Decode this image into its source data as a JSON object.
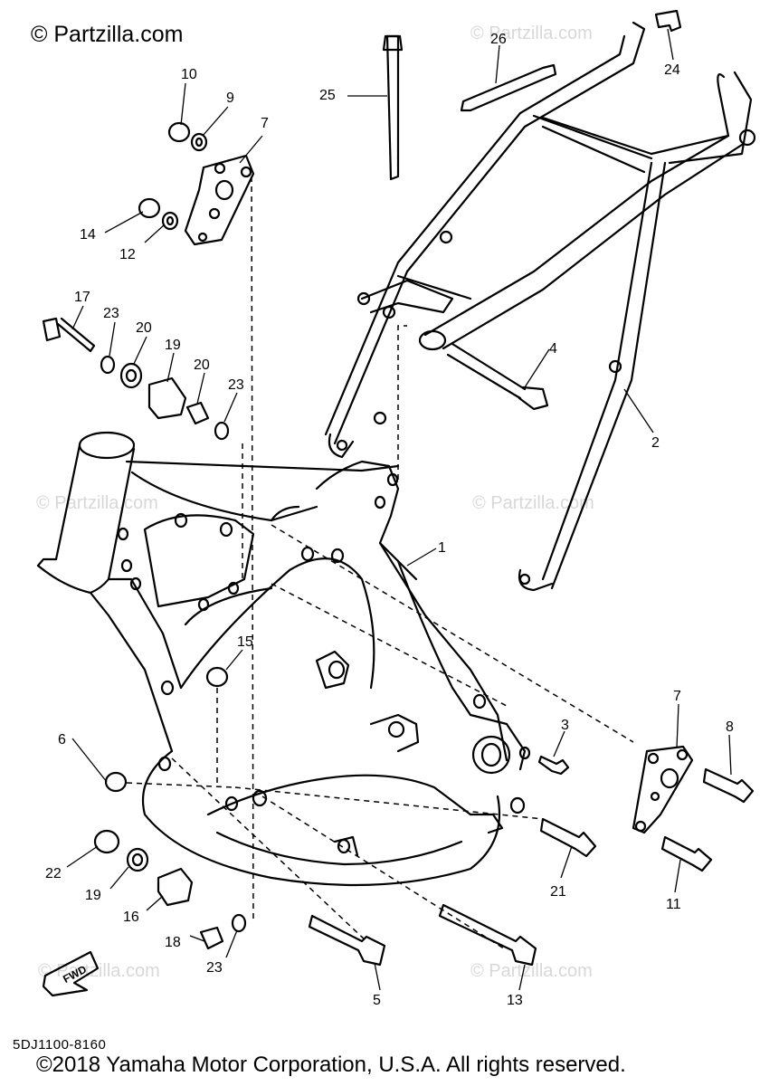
{
  "header": {
    "brand": "© Partzilla.com"
  },
  "watermarks": [
    "© Partzilla.com",
    "© Partzilla.com",
    "© Partzilla.com",
    "© Partzilla.com",
    "© Partzilla.com"
  ],
  "diagram": {
    "part_code": "5DJ1100-8160",
    "fwd_label": "FWD",
    "callouts": [
      "1",
      "2",
      "3",
      "4",
      "5",
      "6",
      "7",
      "7",
      "8",
      "9",
      "10",
      "11",
      "12",
      "13",
      "14",
      "15",
      "16",
      "17",
      "18",
      "19",
      "19",
      "20",
      "20",
      "21",
      "22",
      "23",
      "23",
      "23",
      "24",
      "25",
      "26"
    ]
  },
  "footer": {
    "copyright": "©2018 Yamaha Motor Corporation, U.S.A. All rights reserved."
  }
}
